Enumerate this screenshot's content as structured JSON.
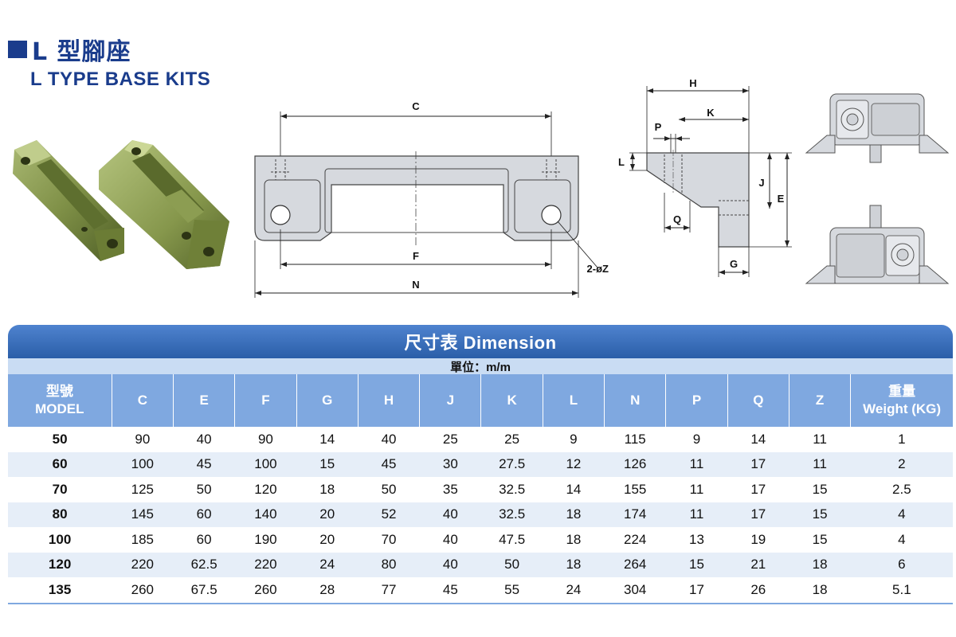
{
  "title": {
    "zh": "L 型腳座",
    "en": "L TYPE BASE KITS"
  },
  "drawing_labels": {
    "C": "C",
    "F": "F",
    "N": "N",
    "hole": "2-øZ",
    "H": "H",
    "K": "K",
    "P": "P",
    "L": "L",
    "J": "J",
    "E": "E",
    "Q": "Q",
    "G": "G"
  },
  "table": {
    "title": "尺寸表 Dimension",
    "unit": "單位：m/m",
    "columns": [
      {
        "zh": "型號",
        "en": "MODEL"
      },
      {
        "en": "C"
      },
      {
        "en": "E"
      },
      {
        "en": "F"
      },
      {
        "en": "G"
      },
      {
        "en": "H"
      },
      {
        "en": "J"
      },
      {
        "en": "K"
      },
      {
        "en": "L"
      },
      {
        "en": "N"
      },
      {
        "en": "P"
      },
      {
        "en": "Q"
      },
      {
        "en": "Z"
      },
      {
        "zh": "重量",
        "en": "Weight (KG)"
      }
    ],
    "rows": [
      [
        "50",
        "90",
        "40",
        "90",
        "14",
        "40",
        "25",
        "25",
        "9",
        "115",
        "9",
        "14",
        "11",
        "1"
      ],
      [
        "60",
        "100",
        "45",
        "100",
        "15",
        "45",
        "30",
        "27.5",
        "12",
        "126",
        "11",
        "17",
        "11",
        "2"
      ],
      [
        "70",
        "125",
        "50",
        "120",
        "18",
        "50",
        "35",
        "32.5",
        "14",
        "155",
        "11",
        "17",
        "15",
        "2.5"
      ],
      [
        "80",
        "145",
        "60",
        "140",
        "20",
        "52",
        "40",
        "32.5",
        "18",
        "174",
        "11",
        "17",
        "15",
        "4"
      ],
      [
        "100",
        "185",
        "60",
        "190",
        "20",
        "70",
        "40",
        "47.5",
        "18",
        "224",
        "13",
        "19",
        "15",
        "4"
      ],
      [
        "120",
        "220",
        "62.5",
        "220",
        "24",
        "80",
        "40",
        "50",
        "18",
        "264",
        "15",
        "21",
        "18",
        "6"
      ],
      [
        "135",
        "260",
        "67.5",
        "260",
        "28",
        "77",
        "45",
        "55",
        "24",
        "304",
        "17",
        "26",
        "18",
        "5.1"
      ]
    ]
  },
  "colors": {
    "brand": "#1a3c8c",
    "header": "#2a5ea8",
    "subheader": "#7fa8e0",
    "unit_bar": "#c9dcf3",
    "row_alt": "#e6eef8"
  }
}
